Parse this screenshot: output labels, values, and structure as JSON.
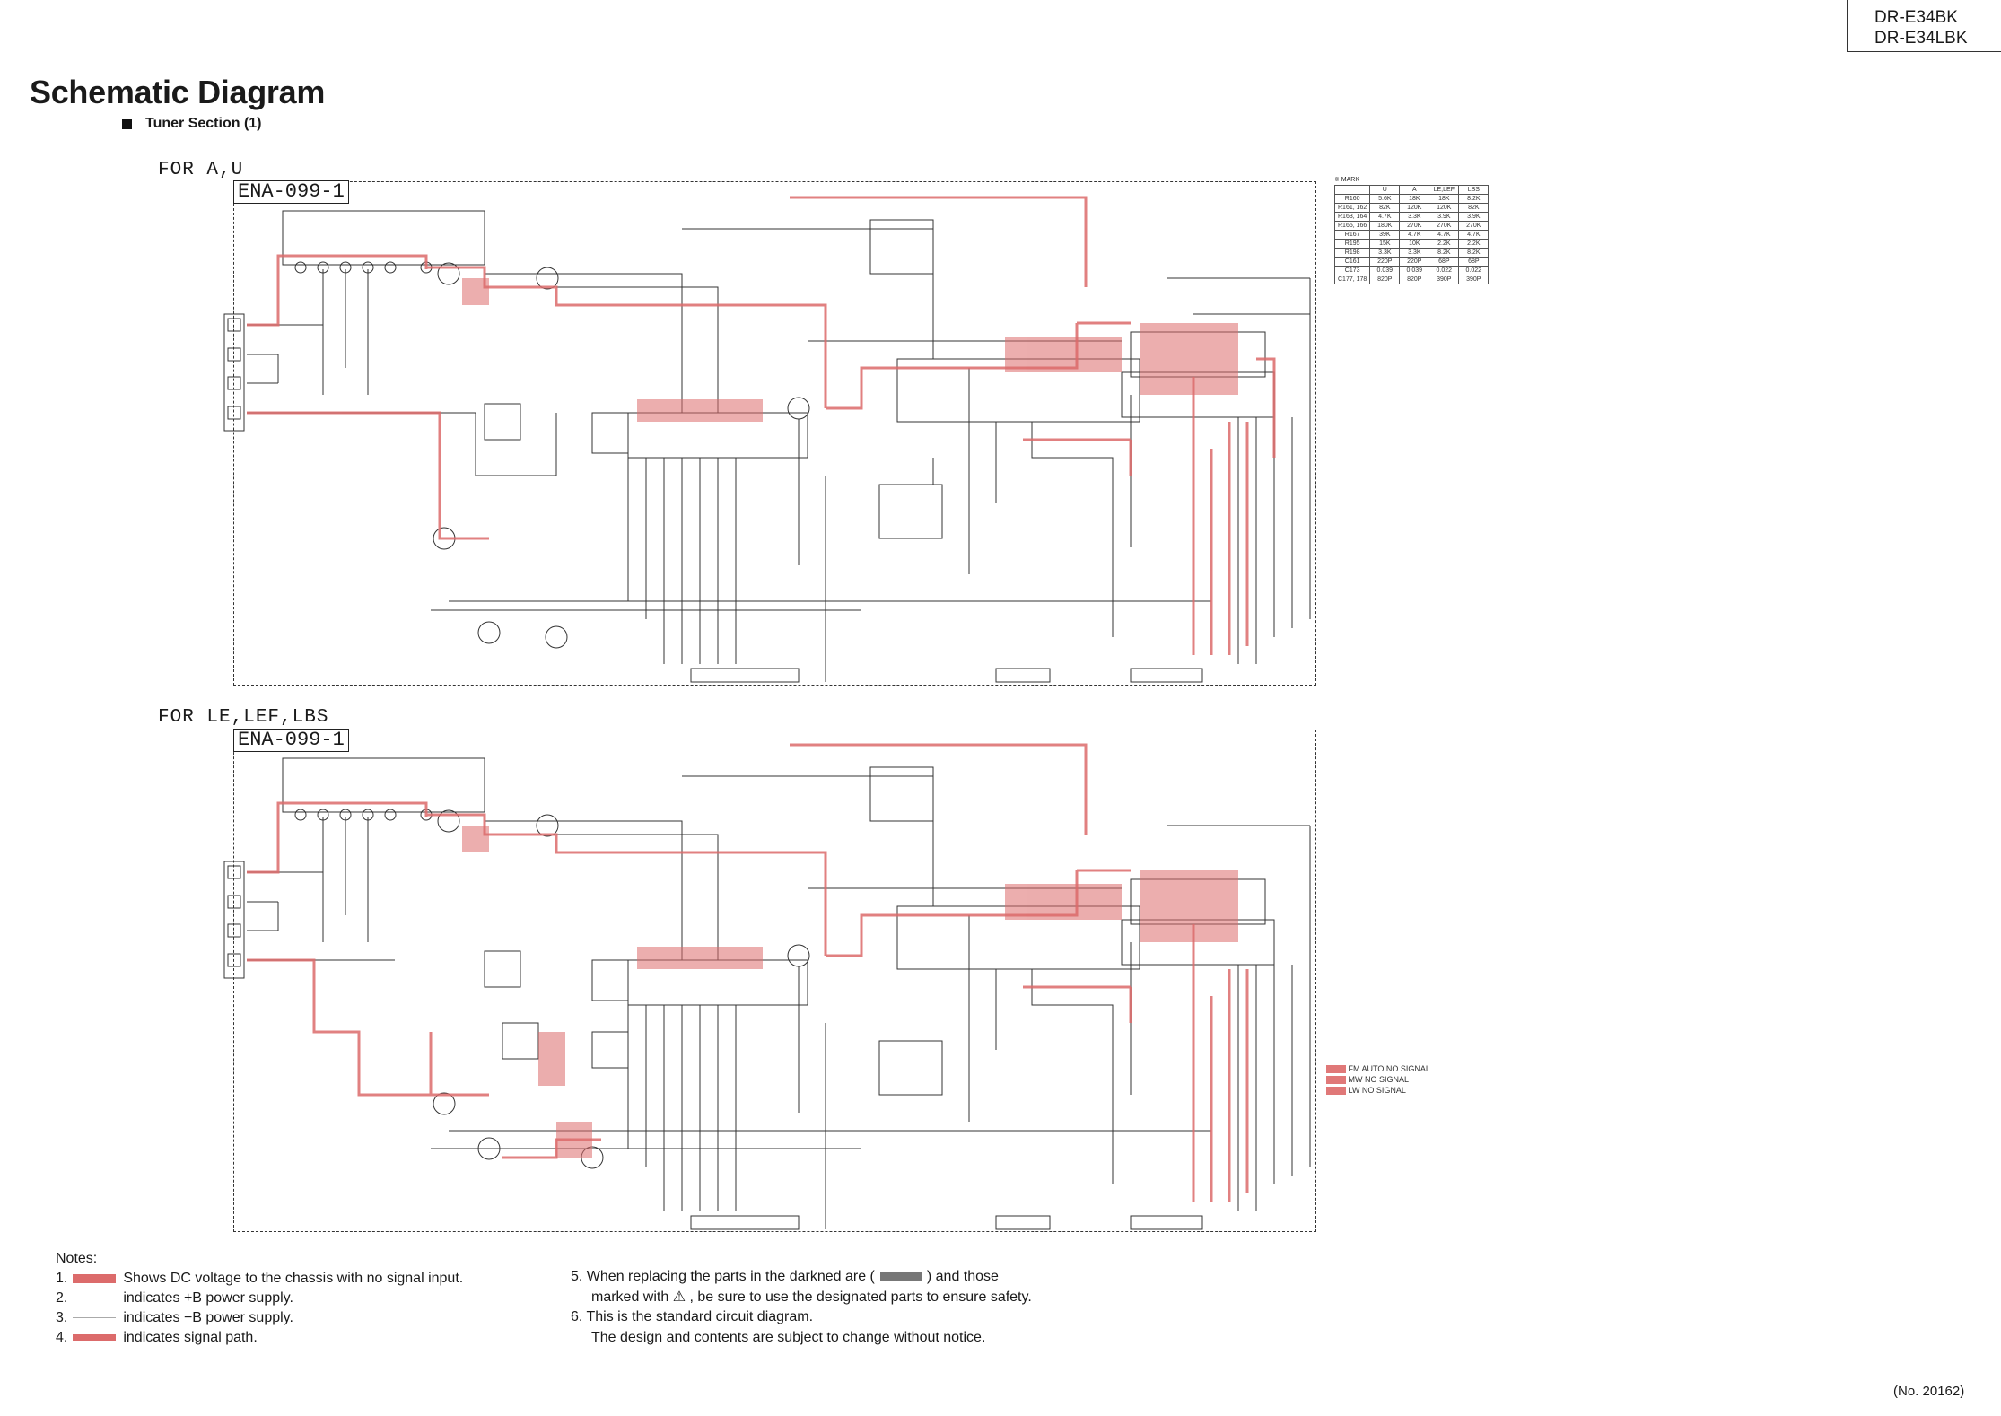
{
  "header": {
    "model_line1": "DR-E34BK",
    "model_line2": "DR-E34LBK",
    "title": "Schematic Diagram",
    "section": "Tuner Section (1)"
  },
  "regions": [
    {
      "label": "FOR A,U",
      "board": "ENA-099-1"
    },
    {
      "label": "FOR LE,LEF,LBS",
      "board": "ENA-099-1"
    }
  ],
  "mark_table": {
    "caption": "※ MARK",
    "headers": [
      "",
      "U",
      "A",
      "LE,LEF",
      "LBS"
    ],
    "rows": [
      [
        "R160",
        "5.6K",
        "18K",
        "18K",
        "8.2K"
      ],
      [
        "R161, 162",
        "82K",
        "120K",
        "120K",
        "82K"
      ],
      [
        "R163, 164",
        "4.7K",
        "3.3K",
        "3.9K",
        "3.9K"
      ],
      [
        "R165, 166",
        "180K",
        "270K",
        "270K",
        "270K"
      ],
      [
        "R167",
        "39K",
        "4.7K",
        "4.7K",
        "4.7K"
      ],
      [
        "R195",
        "15K",
        "10K",
        "2.2K",
        "2.2K"
      ],
      [
        "R198",
        "3.3K",
        "3.3K",
        "8.2K",
        "8.2K"
      ],
      [
        "C161",
        "220P",
        "220P",
        "68P",
        "68P"
      ],
      [
        "C173",
        "0.039",
        "0.039",
        "0.022",
        "0.022"
      ],
      [
        "C177, 178",
        "820P",
        "820P",
        "390P",
        "390P"
      ]
    ]
  },
  "legend": [
    "FM AUTO NO SIGNAL",
    "MW NO SIGNAL",
    "LW NO SIGNAL"
  ],
  "notes": {
    "heading": "Notes:",
    "items": [
      {
        "num": "1.",
        "text": "Shows DC voltage to the chassis with no signal input."
      },
      {
        "num": "2.",
        "text": "indicates +B power supply."
      },
      {
        "num": "3.",
        "text": "indicates −B power supply."
      },
      {
        "num": "4.",
        "text": "indicates signal path."
      },
      {
        "num": "5.",
        "text_a": "When replacing the parts in the darkned are (",
        "text_b": ") and those"
      },
      {
        "num": "",
        "text": "marked with ⚠ , be sure to use the designated parts to ensure safety."
      },
      {
        "num": "6.",
        "text": "This is the standard circuit diagram."
      },
      {
        "num": "",
        "text": "The design and contents are subject to change without notice."
      }
    ]
  },
  "footer": {
    "doc_no": "(No. 20162)"
  },
  "colors": {
    "signal_path": "#dc6b6b",
    "line": "#333333"
  }
}
